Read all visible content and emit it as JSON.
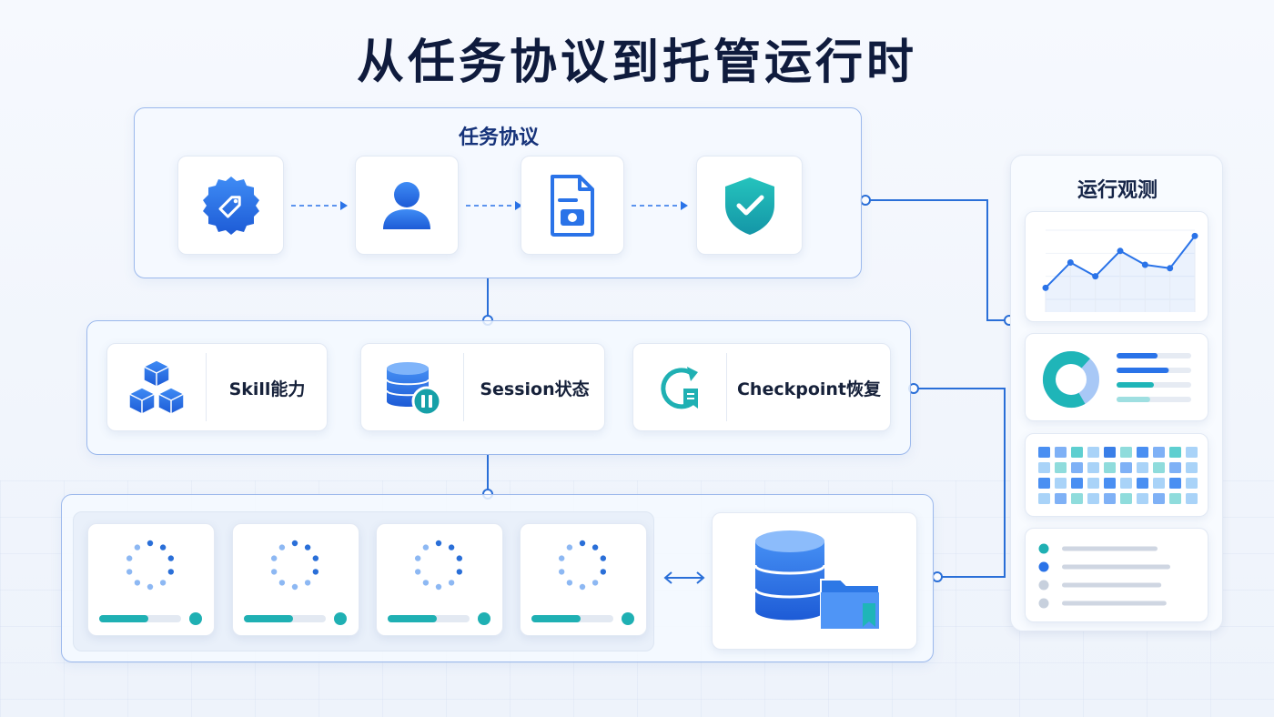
{
  "title": "从任务协议到托管运行时",
  "protocol": {
    "title": "任务协议",
    "steps": [
      {
        "icon": "tag-badge-icon"
      },
      {
        "icon": "user-icon"
      },
      {
        "icon": "document-camera-icon"
      },
      {
        "icon": "shield-check-icon"
      }
    ]
  },
  "capabilities": {
    "items": [
      {
        "icon": "cubes-icon",
        "label": "Skill能力"
      },
      {
        "icon": "database-pause-icon",
        "label": "Session状态"
      },
      {
        "icon": "refresh-bookmark-icon",
        "label": "Checkpoint恢复"
      }
    ]
  },
  "runtime": {
    "workers": [
      {
        "progress": 0.6
      },
      {
        "progress": 0.6
      },
      {
        "progress": 0.6
      },
      {
        "progress": 0.6
      }
    ],
    "storage_icon": "database-folder-icon"
  },
  "observability": {
    "title": "运行观测",
    "line_chart": {
      "values": [
        10,
        32,
        20,
        42,
        30,
        27,
        55
      ]
    },
    "donut": {
      "segments": [
        0.3,
        0.7
      ]
    },
    "legend_bars": [
      0.55,
      0.7,
      0.5,
      0.45
    ],
    "list_rows": [
      0.75,
      0.85,
      0.78,
      0.82
    ],
    "colors": {
      "blue": "#2a73e8",
      "teal": "#1fb5b8",
      "light_blue": "#a8c8f6",
      "gray": "#c7d0dd"
    }
  },
  "colors": {
    "line": "#2a6fd8",
    "panel_border": "#9bb8ec"
  }
}
